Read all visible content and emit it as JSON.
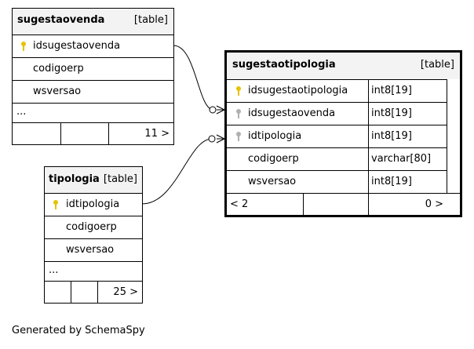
{
  "tables": {
    "sugestaovenda": {
      "name": "sugestaovenda",
      "kind": "[table]",
      "columns": [
        "idsugestaovenda",
        "codigoerp",
        "wsversao"
      ],
      "ellipsis": "...",
      "footer": {
        "left": "",
        "mid": "",
        "right": "11 >"
      }
    },
    "tipologia": {
      "name": "tipologia",
      "kind": "[table]",
      "columns": [
        "idtipologia",
        "codigoerp",
        "wsversao"
      ],
      "ellipsis": "...",
      "footer": {
        "left": "",
        "mid": "",
        "right": "25 >"
      }
    },
    "sugestaotipologia": {
      "name": "sugestaotipologia",
      "kind": "[table]",
      "columns": [
        {
          "name": "idsugestaotipologia",
          "type": "int8[19]"
        },
        {
          "name": "idsugestaovenda",
          "type": "int8[19]"
        },
        {
          "name": "idtipologia",
          "type": "int8[19]"
        },
        {
          "name": "codigoerp",
          "type": "varchar[80]"
        },
        {
          "name": "wsversao",
          "type": "int8[19]"
        }
      ],
      "footer": {
        "left": "< 2",
        "mid": "",
        "right": "0 >"
      }
    }
  },
  "colors": {
    "primary_key": "#e6c200",
    "foreign_key": "#b0b0b0"
  },
  "generated_by": "Generated by SchemaSpy"
}
